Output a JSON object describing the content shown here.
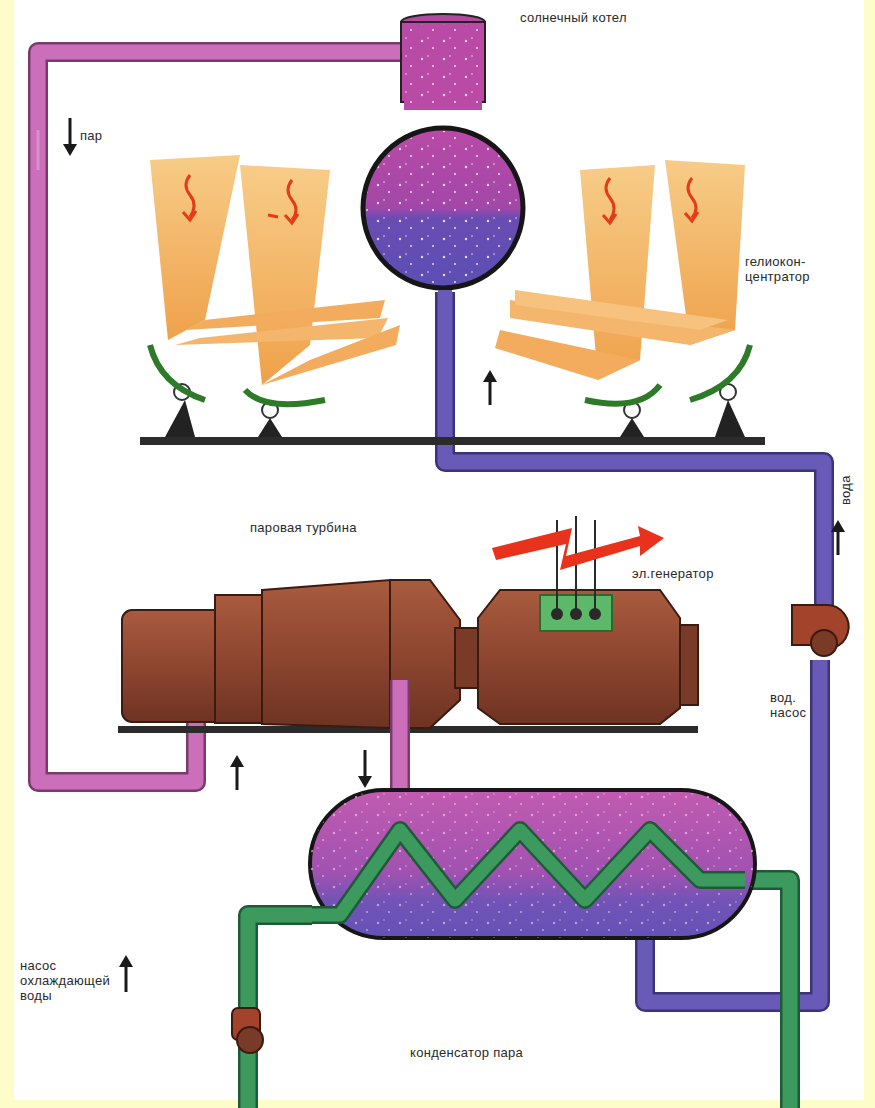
{
  "diagram": {
    "labels": [
      "солнечный котел",
      "пар",
      "гелиокон- центратор",
      "вода",
      "паровая турбина",
      "эл.генератор",
      "вод. насос",
      "насос охлаждающей воды",
      "конденсатор пара"
    ]
  }
}
